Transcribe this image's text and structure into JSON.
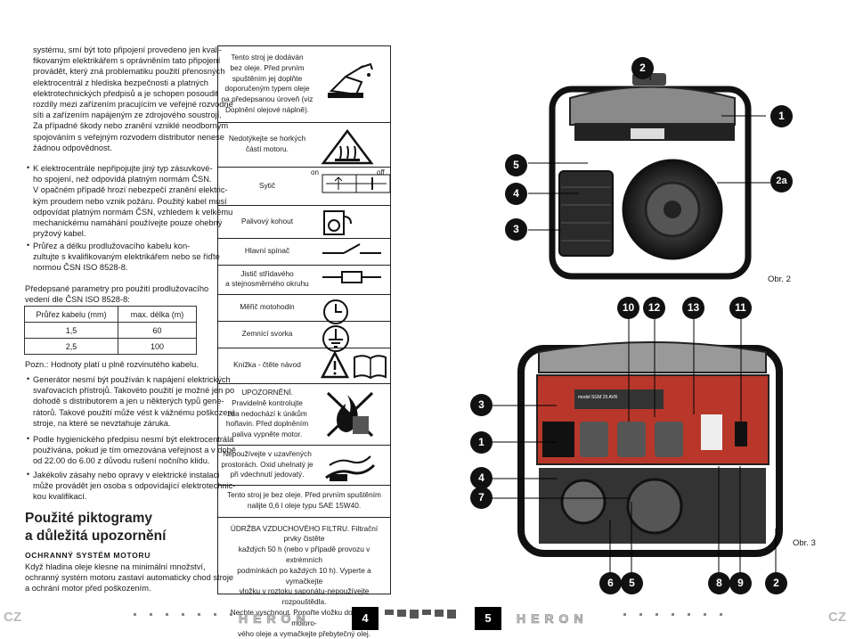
{
  "left_column": {
    "paragraph1": [
      "systému, smí být toto připojení provedeno jen kvali-",
      "fikovaným elektrikářem s oprávněním tato připojení",
      "provádět, který zná problematiku použití přenosných",
      "elektrocentrál z hlediska bezpečnosti a platných",
      "elektrotechnických předpisů a je schopen posoudit",
      "rozdíly mezi zařízením pracujícím ve veřejné rozvodné",
      "síti a zařízením napájeným ze zdrojového soustrojí.",
      "Za případné škody nebo zranění vzniklé neodborným",
      "spojováním s veřejným rozvodem distributor nenese",
      "žádnou odpovědnost."
    ],
    "bullet1": [
      "K elektrocentrále nepřipojujte jiný typ zásuvkové-",
      "ho spojení, než odpovídá platným normám ČSN.",
      "V opačném případě hrozí nebezpečí zranění elektric-",
      "kým proudem nebo vznik požáru. Použitý kabel musí",
      "odpovídat platným normám ČSN, vzhledem k velkému",
      "mechanickému namáhání používejte pouze ohebný",
      "pryžový kabel."
    ],
    "bullet2": [
      "Průřez a délku prodlužovacího kabelu kon-",
      "zultujte s kvalifikovaným elektrikářem nebo se řiďte",
      "normou ČSN ISO 8528-8."
    ],
    "table_intro": [
      "Předepsané parametry pro použití prodlužovacího",
      "vedení dle ČSN ISO 8528-8:"
    ],
    "cable_table": {
      "headers": [
        "Průřez kabelu (mm)",
        "max. délka (m)"
      ],
      "rows": [
        [
          "1,5",
          "60"
        ],
        [
          "2,5",
          "100"
        ]
      ]
    },
    "note": "Pozn.: Hodnoty platí u plně rozvinutého kabelu.",
    "bullet3": [
      "Generátor nesmí být používán k napájení elektrických",
      "svařovacích přístrojů. Takovéto použití je možné jen po",
      "dohodě s distributorem a jen u některých typů gene-",
      "rátorů. Takové použití může vést k vážnému poškození",
      "stroje, na které se nevztahuje záruka."
    ],
    "bullet4": [
      "Podle hygienického předpisu nesmí být elektrocentrála",
      "používána, pokud je tím omezována veřejnost a v době",
      "od 22.00 do 6.00 z důvodu rušení nočního klidu."
    ],
    "bullet5": [
      "Jakékoliv zásahy nebo opravy v elektrické instalaci",
      "může provádět jen osoba s odpovídající elektrotechnic-",
      "kou kvalifikací."
    ],
    "heading_line1": "Použité piktogramy",
    "heading_line2": "a důležitá upozornění",
    "subheading": "OCHRANNÝ SYSTÉM MOTORU",
    "final_para": [
      "Když hladina oleje klesne na minimální množství,",
      "ochranný systém motoru zastaví automaticky chod stroje",
      "a ochrání motor před poškozením."
    ]
  },
  "pictograms": {
    "rows": [
      {
        "text": [
          "Tento stroj je dodáván",
          "bez oleje. Před prvním",
          "spuštěním jej doplňte",
          "doporučeným typem oleje",
          "na předepsanou úroveň (viz",
          "Doplnění olejové náplně)."
        ],
        "icon": "oil-can-icon"
      },
      {
        "text": [
          "Nedotýkejte se horkých",
          "částí motoru."
        ],
        "icon": "hot-surface-icon"
      },
      {
        "text": [
          "Sytič"
        ],
        "icon": "choke-icon",
        "on_label": "on",
        "off_label": "off"
      },
      {
        "text": [
          "Palivový kohout"
        ],
        "icon": "fuel-valve-icon"
      },
      {
        "text": [
          "Hlavní spínač"
        ],
        "icon": "main-switch-icon"
      },
      {
        "text": [
          "Jistič střídavého",
          "a stejnosměrného okruhu"
        ],
        "icon": "circuit-breaker-icon"
      },
      {
        "text": [
          "Měřič motohodin"
        ],
        "icon": "hour-meter-icon"
      },
      {
        "text": [
          "Zemnící svorka"
        ],
        "icon": "ground-terminal-icon"
      },
      {
        "text": [
          "Knížka - čtěte návod"
        ],
        "icon": "read-manual-icon"
      },
      {
        "text": [
          "UPOZORNĚNÍ.",
          "Pravidelně kontrolujte",
          "zda nedochází k únikům",
          "hořlavin. Před doplněním",
          "paliva vypněte motor."
        ],
        "icon": "no-fire-icon"
      },
      {
        "text": [
          "Nepoužívejte v uzavřených",
          "prostorách. Oxid uhelnatý je",
          "při vdechnutí jedovatý."
        ],
        "icon": "exhaust-warning-icon"
      }
    ],
    "full_rows": [
      [
        "Tento stroj je bez oleje. Před prvním spuštěním",
        "nalijte 0,6 l oleje typu SAE 15W40."
      ],
      [
        "ÚDRŽBA VZDUCHOVÉHO FILTRU. Filtrační prvky čistěte",
        "každých 50 h (nebo v případě provozu v extrémních",
        "podmínkách po každých 10 h). Vyperte a vymačkejte",
        "vložku v roztoku saponátu-nepoužívejte rozpouštědla.",
        "Nechte vyschnout. Ponořte vložku do čistého motoro-",
        "vého oleje a vymačkejte přebytečný olej."
      ]
    ]
  },
  "figure2": {
    "label": "Obr. 2",
    "callouts": [
      "2",
      "1",
      "5",
      "4",
      "3",
      "2a"
    ]
  },
  "figure3": {
    "label": "Obr. 3",
    "top_callouts": [
      "10",
      "12",
      "13",
      "11"
    ],
    "left_callouts": [
      "3",
      "1",
      "4",
      "7"
    ],
    "bottom_callouts": [
      "6",
      "5",
      "8",
      "9",
      "2"
    ],
    "panel_brand": "model SGM 25 AVR"
  },
  "footer": {
    "lang_left": "CZ",
    "lang_right": "CZ",
    "page_left": "4",
    "page_right": "5",
    "brand": "HERON"
  },
  "colors": {
    "panel_red": "#b8372a",
    "frame": "#1a1a1a"
  }
}
